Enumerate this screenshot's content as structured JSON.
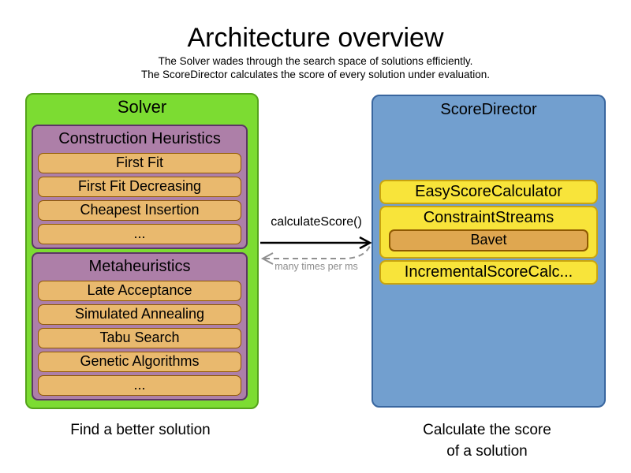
{
  "header": {
    "title": "Architecture overview",
    "subtitle_line1": "The Solver wades through the search space of solutions efficiently.",
    "subtitle_line2": "The ScoreDirector calculates the score of every solution under evaluation."
  },
  "solver": {
    "title": "Solver",
    "caption": "Find a better solution",
    "groups": [
      {
        "title": "Construction Heuristics",
        "items": [
          "First Fit",
          "First Fit Decreasing",
          "Cheapest Insertion",
          "..."
        ]
      },
      {
        "title": "Metaheuristics",
        "items": [
          "Late Acceptance",
          "Simulated Annealing",
          "Tabu Search",
          "Genetic Algorithms",
          "..."
        ]
      }
    ]
  },
  "score_director": {
    "title": "ScoreDirector",
    "caption_line1": "Calculate the score",
    "caption_line2": "of a solution",
    "calculators": [
      {
        "title": "EasyScoreCalculator",
        "items": []
      },
      {
        "title": "ConstraintStreams",
        "items": [
          "Bavet"
        ]
      },
      {
        "title": "IncrementalScoreCalc...",
        "items": []
      }
    ]
  },
  "interaction": {
    "call_label": "calculateScore()",
    "return_label": "many times per ms"
  },
  "colors": {
    "solver_fill": "#7cdc32",
    "solver_border": "#55a31c",
    "group_fill": "#ad7fa8",
    "group_border": "#5c3566",
    "chip_fill": "#e9b96e",
    "chip_border": "#8f5902",
    "director_fill": "#729fcf",
    "director_border": "#39669f",
    "calc_fill": "#f8e43a",
    "calc_border": "#c9a40e",
    "bavet_fill": "#dfa750",
    "bavet_border": "#8f5902",
    "return_arrow": "#909090"
  }
}
